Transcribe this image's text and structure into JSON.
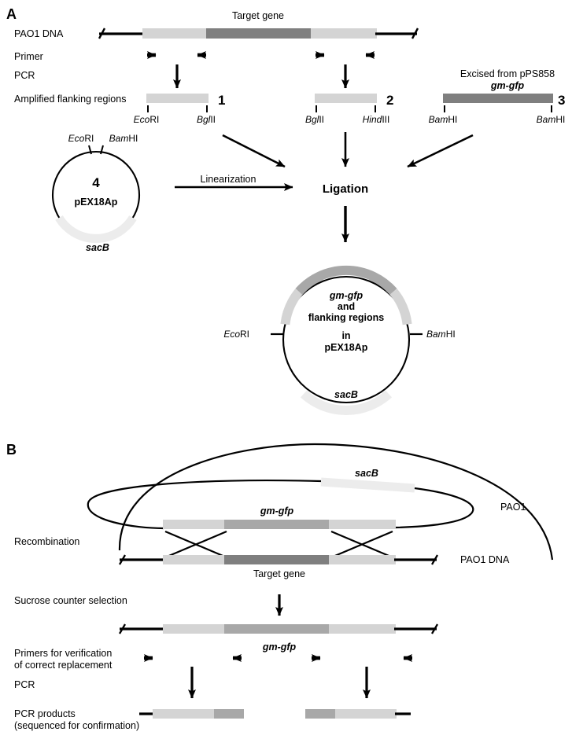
{
  "figure": {
    "panels": [
      {
        "id": "A",
        "label": "A"
      },
      {
        "id": "B",
        "label": "B"
      }
    ]
  },
  "colors": {
    "light_gray": "#d4d4d4",
    "mid_gray": "#a8a8a8",
    "dark_gray": "#7f7f7f",
    "pale_gray": "#ececec",
    "line": "#000000"
  },
  "panelA": {
    "panel_label": "A",
    "row_labels": {
      "pao1_dna": "PAO1 DNA",
      "primer": "Primer",
      "pcr": "PCR",
      "amplified": "Amplified flanking regions"
    },
    "target_gene_label": "Target gene",
    "excised_title": "Excised from pPS858",
    "excised_gene": "gm-gfp",
    "fragment_numbers": {
      "one": "1",
      "two": "2",
      "three": "3",
      "four": "4"
    },
    "enzyme_sites": {
      "frag1_left": {
        "italic": "Eco",
        "roman": "RI"
      },
      "frag1_right": {
        "italic": "Bgl",
        "roman": "II"
      },
      "frag2_left": {
        "italic": "Bgl",
        "roman": "II"
      },
      "frag2_right": {
        "italic": "Hind",
        "roman": "III"
      },
      "frag3_left": {
        "italic": "Bam",
        "roman": "HI"
      },
      "frag3_right": {
        "italic": "Bam",
        "roman": "HI"
      }
    },
    "plasmid_small": {
      "number": "4",
      "name": "pEX18Ap",
      "sacb": "sacB",
      "site_left": {
        "italic": "Eco",
        "roman": "RI"
      },
      "site_right": {
        "italic": "Bam",
        "roman": "HI"
      }
    },
    "linearization_label": "Linearization",
    "ligation_label": "Ligation",
    "plasmid_big": {
      "line1_italic": "gm-gfp",
      "line2": "and",
      "line3": "flanking regions",
      "line4": "in",
      "line5": "pEX18Ap",
      "sacb": "sacB",
      "site_left": {
        "italic": "Eco",
        "roman": "RI"
      },
      "site_right": {
        "italic": "Bam",
        "roman": "HI"
      }
    }
  },
  "panelB": {
    "panel_label": "B",
    "pao1_label": "PAO1",
    "pao1_dna_label": "PAO1 DNA",
    "sacb_label": "sacB",
    "gm_gfp_label": "gm-gfp",
    "target_gene_label": "Target gene",
    "recombination_label": "Recombination",
    "sucrose_label": "Sucrose counter selection",
    "primers_label_line1": "Primers for verification",
    "primers_label_line2": "of correct replacement",
    "pcr_label": "PCR",
    "gm_gfp_label2": "gm-gfp",
    "products_label_line1": "PCR products",
    "products_label_line2": "(sequenced for confirmation)"
  }
}
